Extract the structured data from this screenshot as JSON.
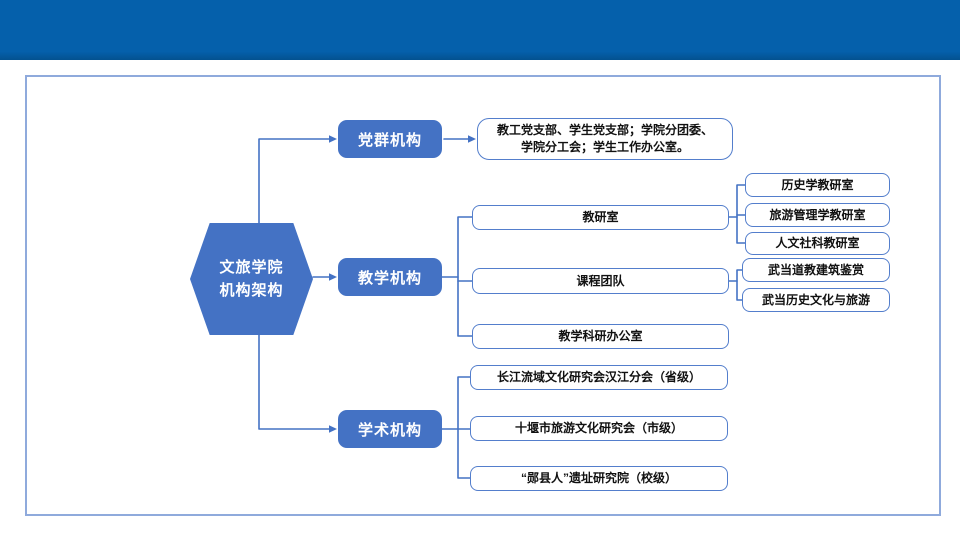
{
  "colors": {
    "header_bar": "#0560ab",
    "accent_blue": "#4472c4",
    "panel_border": "#8faadc",
    "box_border": "#537ecc",
    "box_text": "#111111"
  },
  "root": {
    "line1": "文旅学院",
    "line2": "机构架构"
  },
  "branches": {
    "party": {
      "label": "党群机构",
      "detail_line1": "教工党支部、学生党支部；学院分团委、",
      "detail_line2": "学院分工会；学生工作办公室。"
    },
    "teaching": {
      "label": "教学机构",
      "children": {
        "research_office": {
          "label": "教研室",
          "subs": [
            "历史学教研室",
            "旅游管理学教研室",
            "人文社科教研室"
          ]
        },
        "course_team": {
          "label": "课程团队",
          "subs": [
            "武当道教建筑鉴赏",
            "武当历史文化与旅游"
          ]
        },
        "admin_office": {
          "label": "教学科研办公室"
        }
      }
    },
    "academic": {
      "label": "学术机构",
      "children": [
        "长江流域文化研究会汉江分会（省级）",
        "十堰市旅游文化研究会（市级）",
        "“郧县人”遗址研究院（校级）"
      ]
    }
  }
}
